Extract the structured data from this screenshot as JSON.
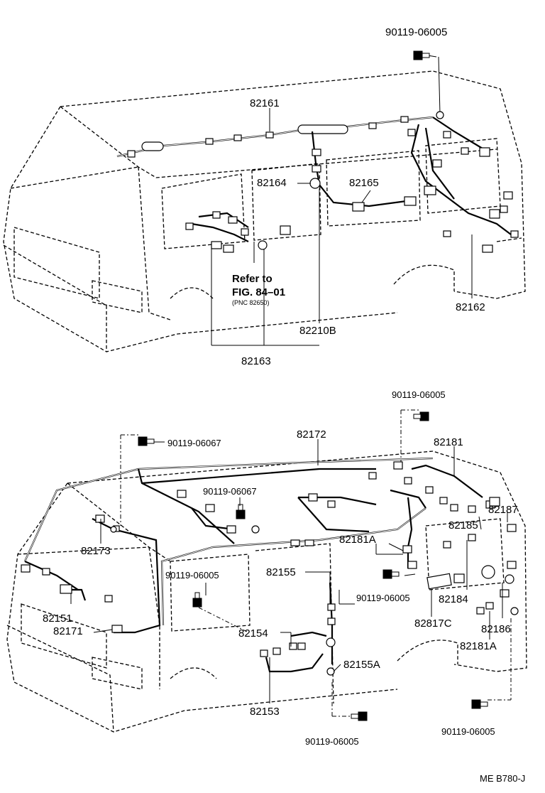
{
  "top_diagram": {
    "labels": {
      "bolt_top": "90119-06005",
      "harness_roof": "82161",
      "grommet": "82164",
      "harness_side": "82165",
      "refer_line1": "Refer to",
      "refer_line2": "FIG. 84–01",
      "refer_line3": "(PNC 82650)",
      "harness_rear": "82162",
      "connector_b": "82210B",
      "harness_front": "82163"
    }
  },
  "bottom_diagram": {
    "labels": {
      "bolt_top_right": "90119-06005",
      "bolt_top_left": "90119-06067",
      "harness_roof": "82172",
      "harness_rear_upper": "82181",
      "bolt_inner": "90119-06067",
      "harness_pillar": "82173",
      "connector_a_1": "82181A",
      "harness_rear_lamp": "82187",
      "harness_rear_side": "82185",
      "bolt_left": "90119-06005",
      "harness_door": "82155",
      "bolt_center": "90119-06005",
      "harness_rear_small": "82184",
      "harness_front_side": "82151",
      "cover_c": "82817C",
      "harness_floor": "82171",
      "harness_door_inner": "82154",
      "harness_rear_lower": "82186",
      "connector_a_2": "82181A",
      "connector_155a": "82155A",
      "harness_door_lower": "82153",
      "bolt_bottom_center": "90119-06005",
      "bolt_bottom_right": "90119-06005"
    }
  },
  "footer": {
    "code": "ME B780-J"
  }
}
